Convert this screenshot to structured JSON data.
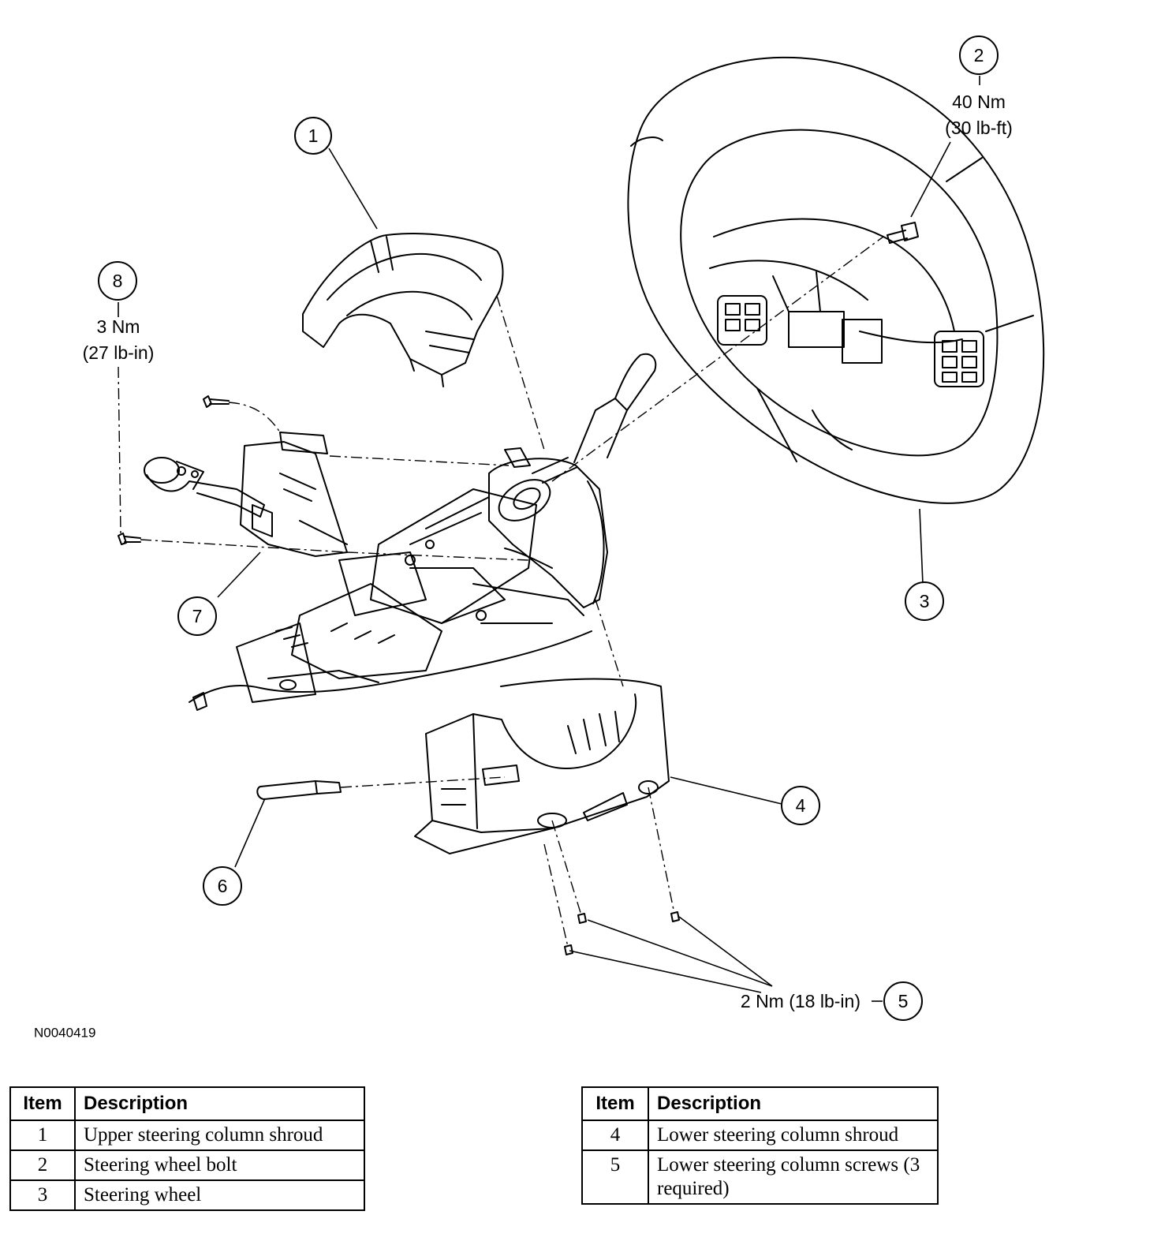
{
  "callouts": {
    "c1": "1",
    "c2": "2",
    "c3": "3",
    "c4": "4",
    "c5": "5",
    "c6": "6",
    "c7": "7",
    "c8": "8"
  },
  "torque": {
    "c2_nm": "40 Nm",
    "c2_lbft": "(30 lb-ft)",
    "c8_nm": "3 Nm",
    "c8_lbin": "(27 lb-in)",
    "c5": "2 Nm (18 lb-in)"
  },
  "figure_code": "N0040419",
  "table_left": {
    "headers": [
      "Item",
      "Description"
    ],
    "rows": [
      {
        "item": "1",
        "description": "Upper steering column shroud"
      },
      {
        "item": "2",
        "description": "Steering wheel bolt"
      },
      {
        "item": "3",
        "description": "Steering wheel"
      }
    ]
  },
  "table_right": {
    "headers": [
      "Item",
      "Description"
    ],
    "rows": [
      {
        "item": "4",
        "description": "Lower steering column shroud"
      },
      {
        "item": "5",
        "description": "Lower steering column screws (3 required)"
      }
    ]
  }
}
